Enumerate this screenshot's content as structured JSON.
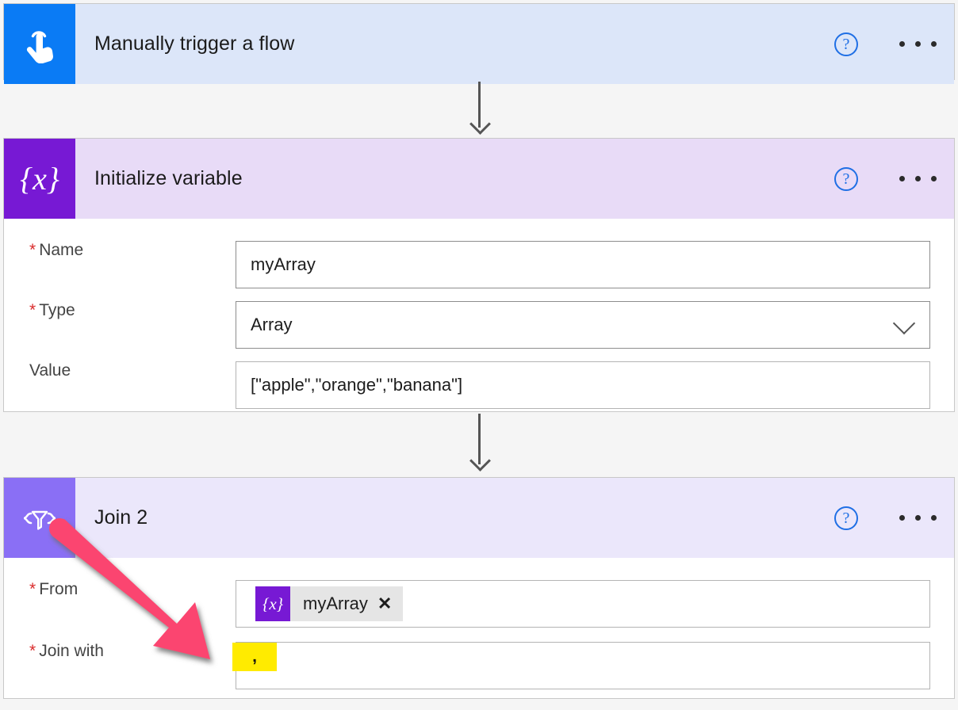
{
  "canvas": {
    "background": "#f5f5f5",
    "accent_pink": "#fb4570",
    "highlight_yellow": "#ffeb00"
  },
  "flow": {
    "cards": [
      {
        "id": "trigger",
        "title": "Manually trigger a flow",
        "icon": "touch-tap-icon",
        "icon_color": "#0a7bf5",
        "header_color": "#dce6f9",
        "help_label": "?",
        "menu_label": "…",
        "fields": []
      },
      {
        "id": "initialize-variable",
        "title": "Initialize variable",
        "icon": "variable-braces-icon",
        "icon_glyph": "{x}",
        "icon_color": "#7719d4",
        "header_color": "#e8dbf7",
        "help_label": "?",
        "menu_label": "…",
        "fields": [
          {
            "label": "Name",
            "required": true,
            "value": "myArray",
            "type": "text"
          },
          {
            "label": "Type",
            "required": true,
            "value": "Array",
            "type": "select"
          },
          {
            "label": "Value",
            "required": false,
            "value": "[\"apple\",\"orange\",\"banana\"]",
            "type": "text"
          }
        ]
      },
      {
        "id": "join-2",
        "title": "Join 2",
        "icon": "filter-funnel-braces-icon",
        "icon_glyph": "{▽}",
        "icon_color": "#8a6ff5",
        "header_color": "#ebe7fb",
        "help_label": "?",
        "menu_label": "…",
        "fields": [
          {
            "label": "From",
            "required": true,
            "type": "token",
            "token": {
              "icon": "variable-braces-icon",
              "icon_glyph": "{x}",
              "label": "myArray",
              "remove_label": "✕"
            }
          },
          {
            "label": "Join with",
            "required": true,
            "type": "text",
            "value": "",
            "highlight": ","
          }
        ]
      }
    ],
    "connectors": [
      {
        "from": "trigger",
        "to": "initialize-variable"
      },
      {
        "from": "initialize-variable",
        "to": "join-2"
      }
    ],
    "annotations": [
      {
        "name": "pink-arrow",
        "points_to": "join-with-field",
        "color": "#fb4570"
      }
    ]
  }
}
